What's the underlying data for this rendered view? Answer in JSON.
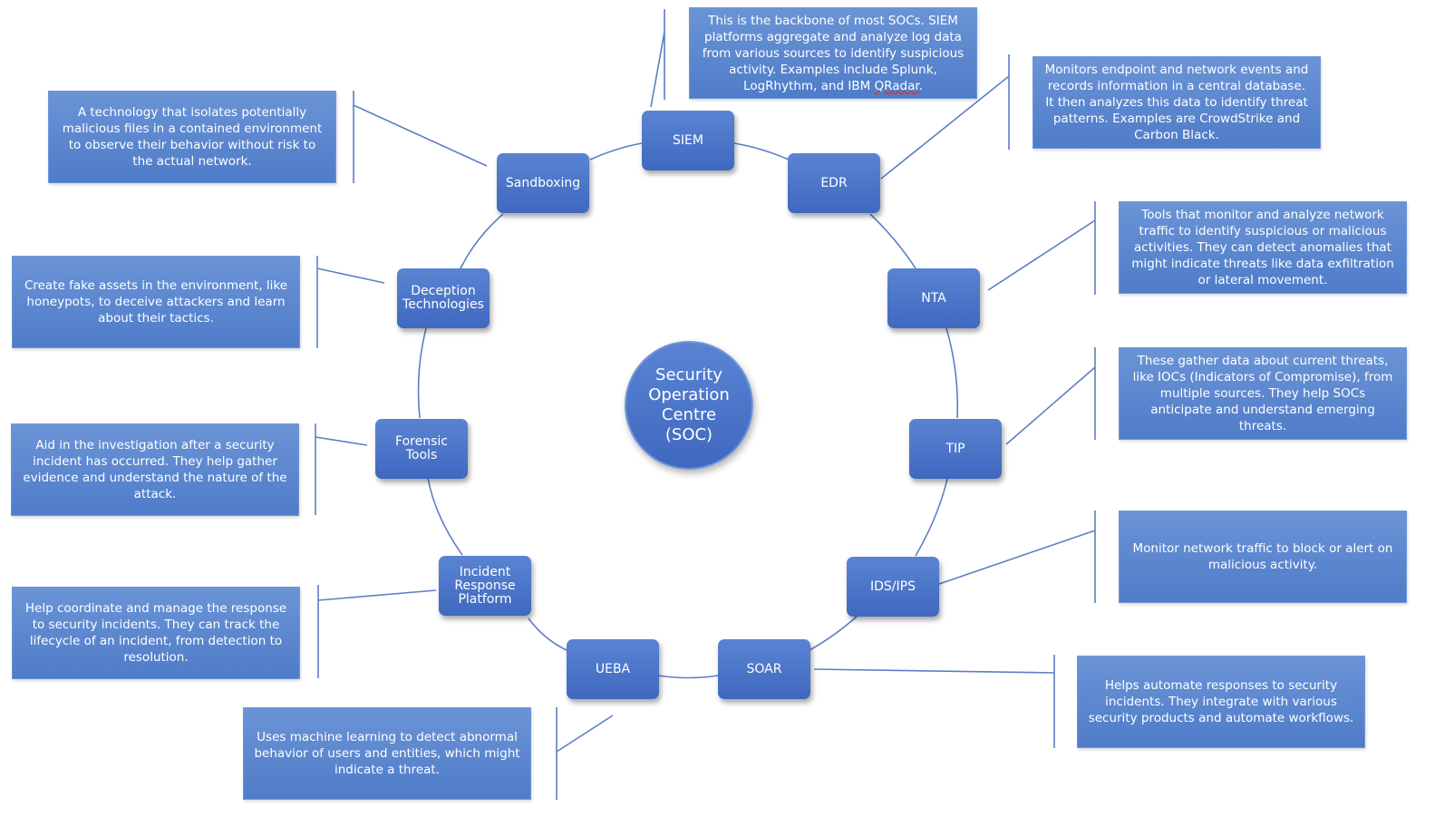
{
  "center": "Security\nOperation\nCentre\n(SOC)",
  "nodes": [
    {
      "id": "siem",
      "label": "SIEM"
    },
    {
      "id": "edr",
      "label": "EDR"
    },
    {
      "id": "nta",
      "label": "NTA"
    },
    {
      "id": "tip",
      "label": "TIP"
    },
    {
      "id": "idsips",
      "label": "IDS/IPS"
    },
    {
      "id": "soar",
      "label": "SOAR"
    },
    {
      "id": "ueba",
      "label": "UEBA"
    },
    {
      "id": "irp",
      "label": "Incident\nResponse\nPlatform"
    },
    {
      "id": "forensic",
      "label": "Forensic\nTools"
    },
    {
      "id": "deception",
      "label": "Deception\nTechnologies"
    },
    {
      "id": "sandboxing",
      "label": "Sandboxing"
    }
  ],
  "descriptions": {
    "siem": "This is the backbone of most SOCs. SIEM platforms aggregate and analyze log data from various sources to identify suspicious activity. Examples include Splunk, LogRhythm, and IBM",
    "siem_tail": "QRadar",
    "edr": "Monitors endpoint and network events and records information in a central database. It then analyzes this data to identify threat patterns. Examples are CrowdStrike and Carbon Black.",
    "nta": "Tools that monitor and analyze network traffic to identify suspicious or malicious activities. They can detect anomalies that might indicate threats like data exfiltration or lateral movement.",
    "tip": "These gather data about current threats, like IOCs (Indicators of Compromise), from multiple sources. They help SOCs anticipate and understand emerging threats.",
    "idsips": "Monitor network traffic to block or alert on malicious activity.",
    "soar": "Helps automate responses to security incidents. They integrate with various security products and automate workflows.",
    "ueba": "Uses machine learning to detect abnormal behavior of users and entities, which might indicate a threat.",
    "irp": "Help coordinate and manage the response to security incidents. They can track the lifecycle of an incident, from detection to resolution.",
    "forensic": "Aid in the investigation after a security incident has occurred. They help gather evidence and understand the nature of the attack.",
    "deception": "Create fake assets in the environment, like honeypots, to deceive attackers and learn about their tactics.",
    "sandboxing": "A technology that isolates potentially malicious files in a contained environment to observe their behavior without risk to the actual network."
  },
  "colors": {
    "node": "#4a72c6",
    "desc": "#5f8ad2",
    "line": "#5b7fc4",
    "text": "#ffffff"
  }
}
